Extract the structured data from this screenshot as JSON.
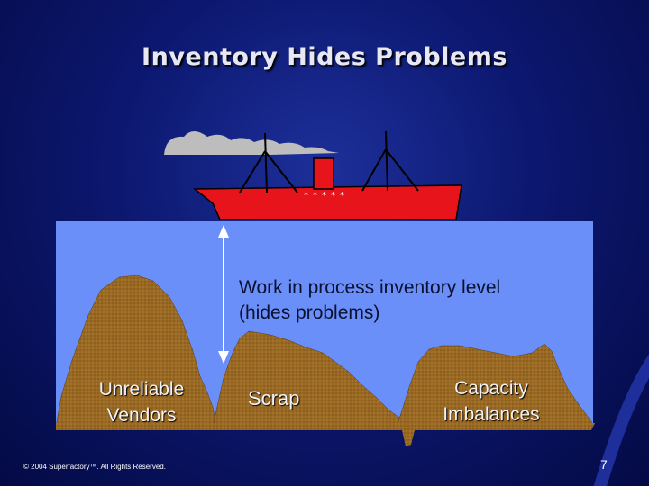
{
  "slide": {
    "title": "Inventory Hides Problems",
    "water_label_line1": "Work in process inventory level",
    "water_label_line2": "(hides problems)",
    "rock_labels": {
      "vendors_line1": "Unreliable",
      "vendors_line2": "Vendors",
      "scrap": "Scrap",
      "capacity_line1": "Capacity",
      "capacity_line2": "Imbalances"
    },
    "footer": {
      "copyright": "© 2004 Superfactory™.  All Rights Reserved.",
      "page_number": "7"
    }
  },
  "colors": {
    "background": "#0c1870",
    "water": "#6a8ff8",
    "ship": "#e8141c",
    "rocks": "#9a6a24",
    "smoke": "#bdbdbd"
  }
}
